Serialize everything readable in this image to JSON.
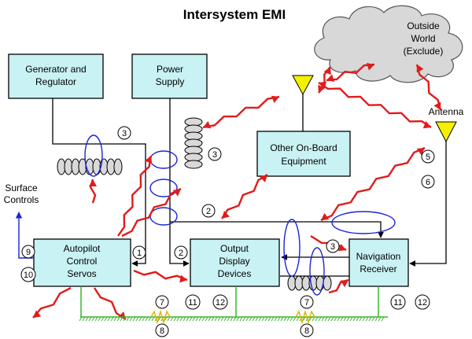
{
  "title": "Intersystem EMI",
  "cloud": {
    "lines": [
      "Outside",
      "World",
      "(Exclude)"
    ]
  },
  "antenna_label": "Antenna",
  "boxes": {
    "generator": [
      "Generator and",
      "Regulator"
    ],
    "power": [
      "Power",
      "Supply"
    ],
    "onboard": [
      "Other On-Board",
      "Equipment"
    ],
    "autopilot": [
      "Autopilot",
      "Control",
      "Servos"
    ],
    "output": [
      "Output",
      "Display",
      "Devices"
    ],
    "nav": [
      "Navigation",
      "Receiver"
    ]
  },
  "surface_controls": [
    "Surface",
    "Controls"
  ],
  "numbers": [
    {
      "id": "n3a",
      "label": "3"
    },
    {
      "id": "n3b",
      "label": "3"
    },
    {
      "id": "n3c",
      "label": "3"
    },
    {
      "id": "n5",
      "label": "5"
    },
    {
      "id": "n6",
      "label": "6"
    },
    {
      "id": "n2a",
      "label": "2"
    },
    {
      "id": "n2b",
      "label": "2"
    },
    {
      "id": "n1",
      "label": "1"
    },
    {
      "id": "n9",
      "label": "9"
    },
    {
      "id": "n10",
      "label": "10"
    },
    {
      "id": "n7a",
      "label": "7"
    },
    {
      "id": "n8a",
      "label": "8"
    },
    {
      "id": "n11a",
      "label": "11"
    },
    {
      "id": "n12a",
      "label": "12"
    },
    {
      "id": "n7b",
      "label": "7"
    },
    {
      "id": "n8b",
      "label": "8"
    },
    {
      "id": "n11b",
      "label": "11"
    },
    {
      "id": "n12b",
      "label": "12"
    }
  ],
  "colors": {
    "box_fill": "#c9f2f4",
    "interference": "#e11b1b",
    "loop": "#1a23d8",
    "ground": "#38b52a",
    "antenna": "#f4f000"
  }
}
